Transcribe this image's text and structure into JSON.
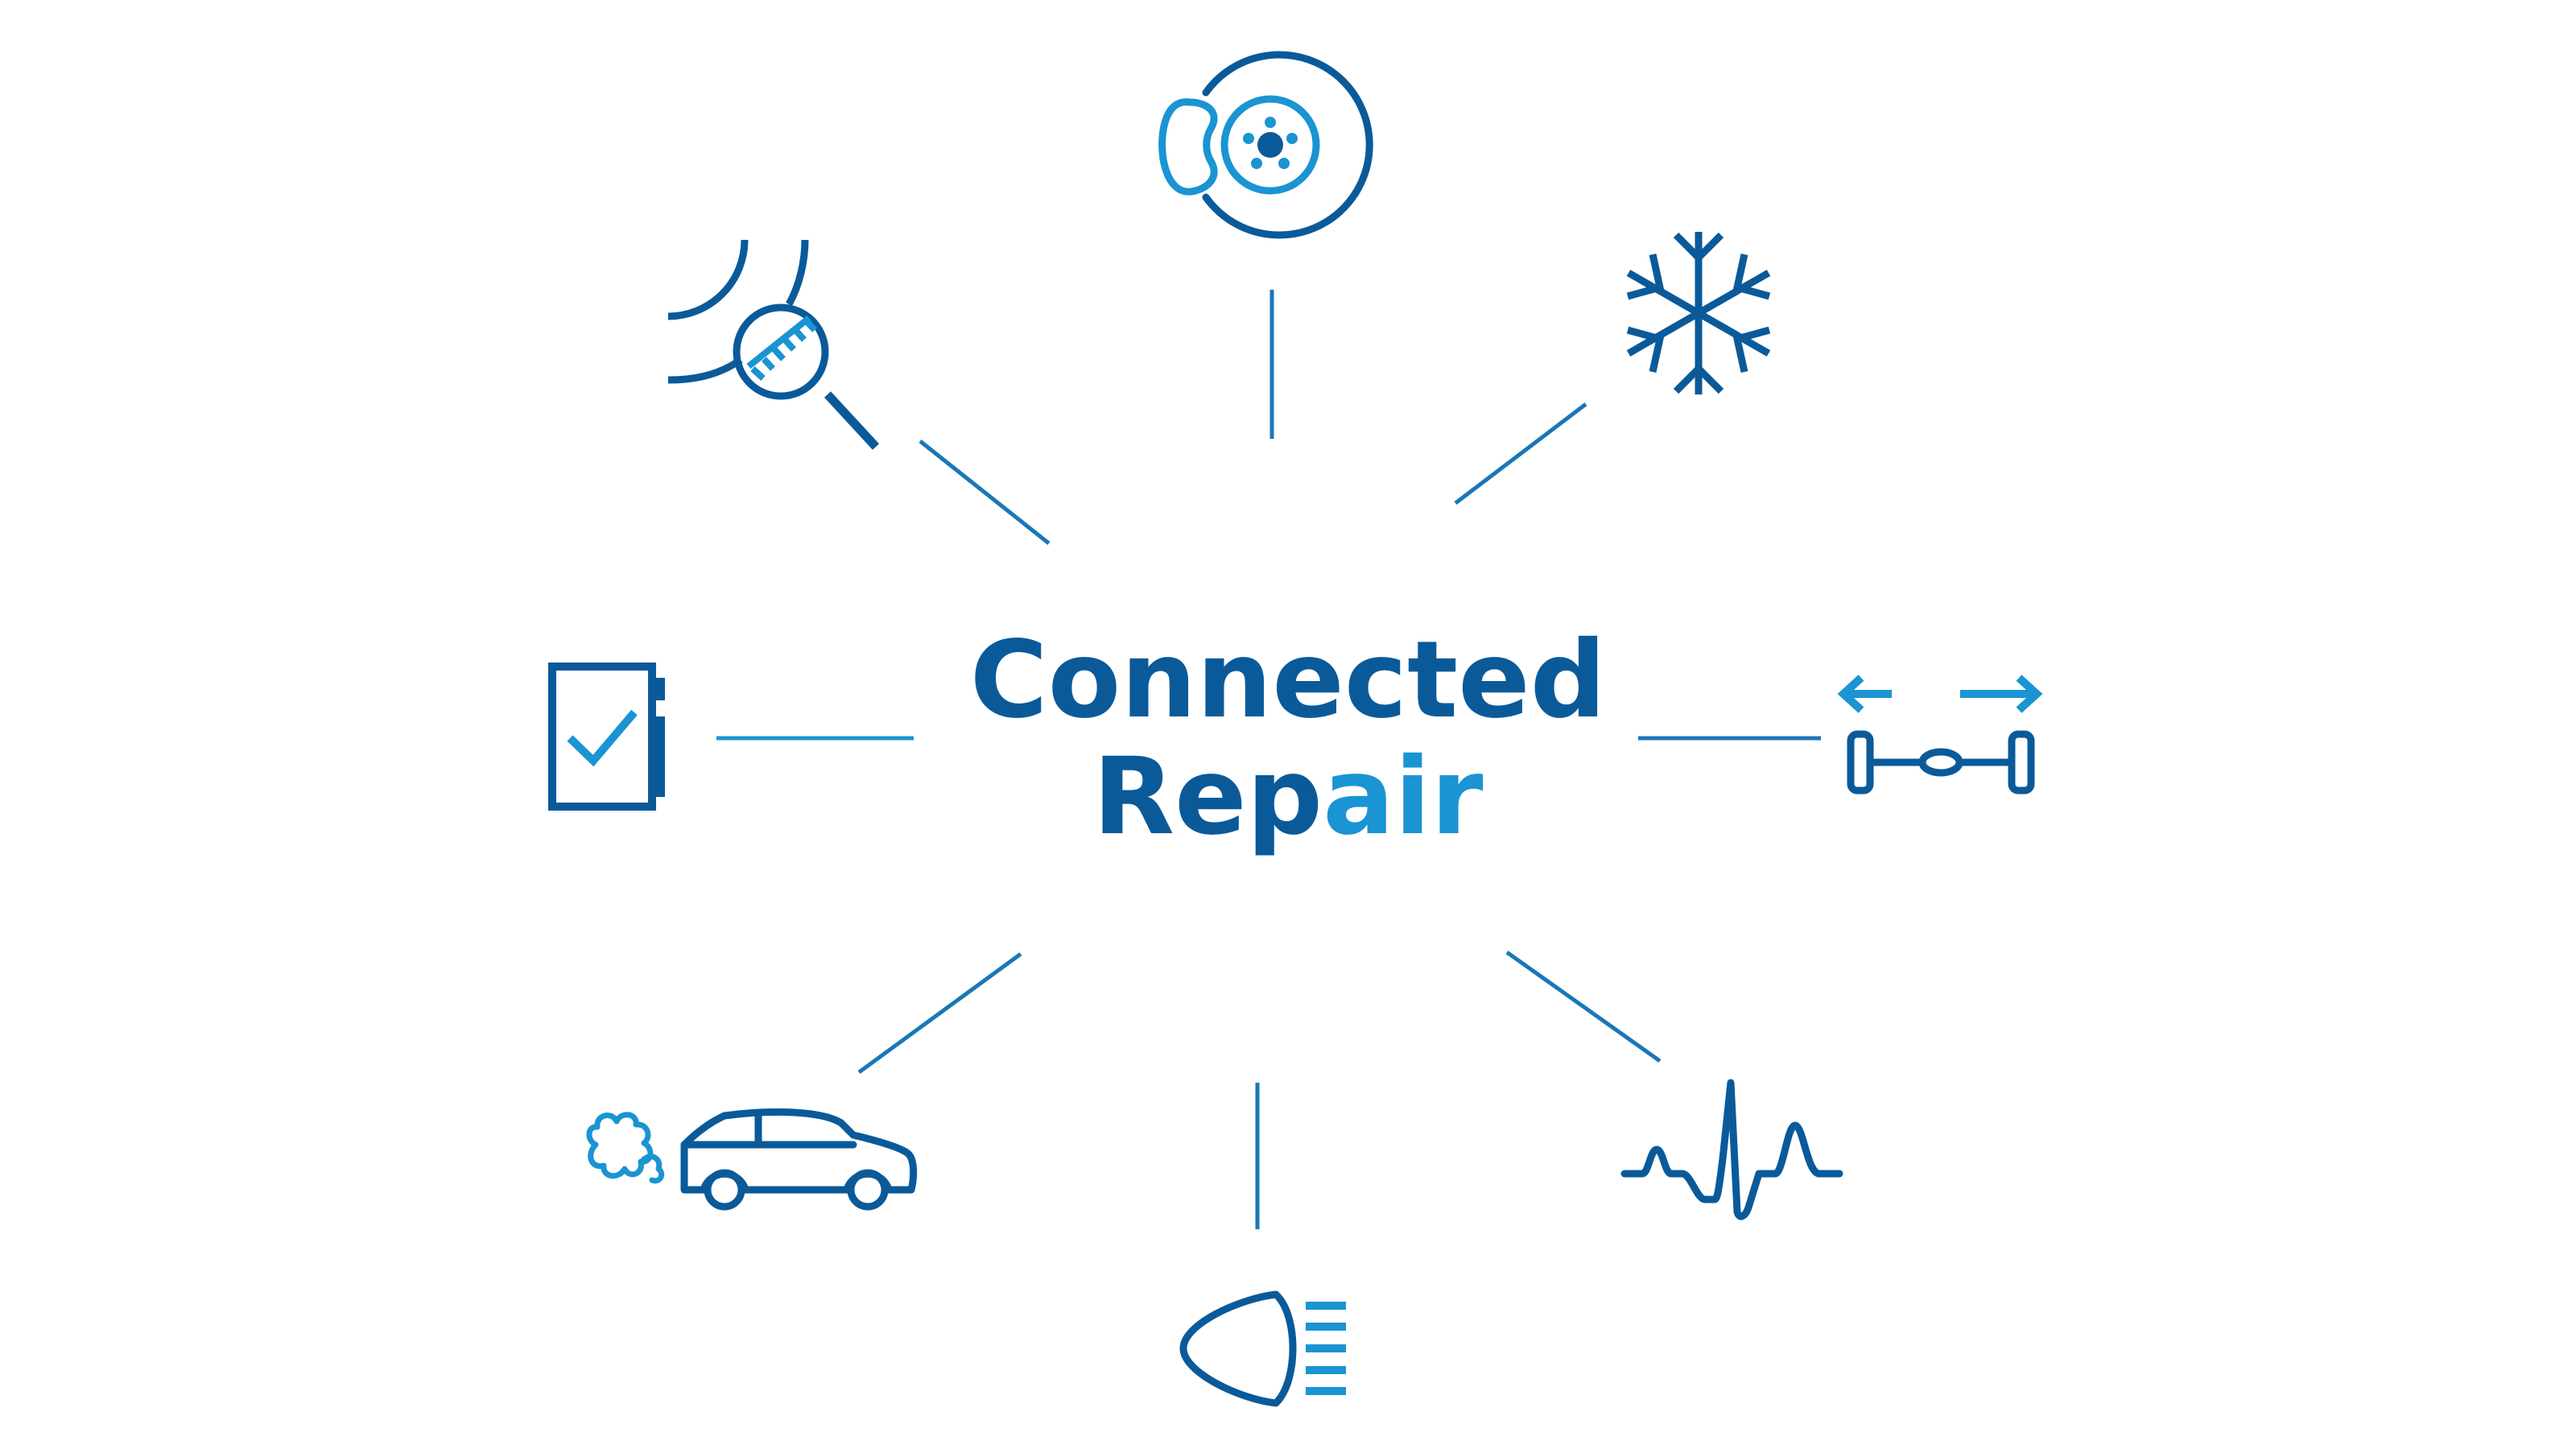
{
  "title": {
    "line1": "Connected",
    "line2_part1": "Rep",
    "line2_part2": "air"
  },
  "colors": {
    "dark_blue": "#0a5a9a",
    "light_blue": "#1a94d2",
    "background": "#ffffff"
  },
  "icons": [
    "brake-disc-icon",
    "snowflake-icon",
    "wheel-alignment-icon",
    "ecg-waveform-icon",
    "headlight-icon",
    "car-exhaust-icon",
    "diagnostic-checklist-icon",
    "wiper-inspection-icon"
  ]
}
